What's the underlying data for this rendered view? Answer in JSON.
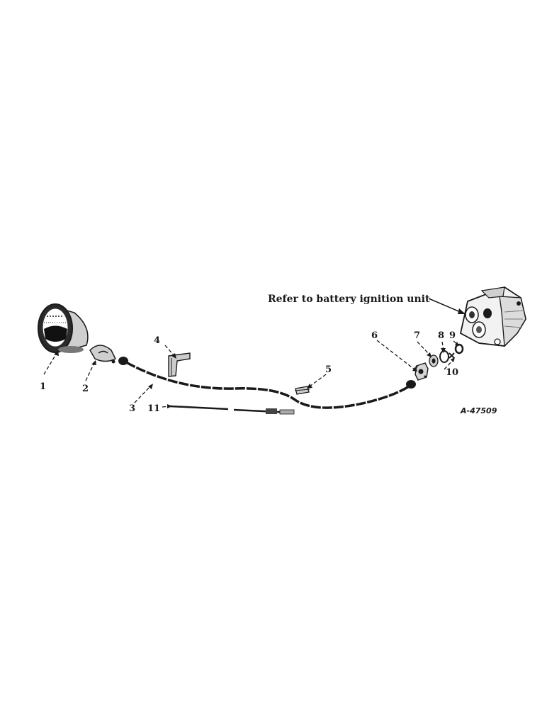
{
  "callouts": {
    "c1": "1",
    "c2": "2",
    "c3": "3",
    "c4": "4",
    "c5": "5",
    "c6": "6",
    "c7": "7",
    "c8": "8",
    "c9": "9",
    "c10": "10",
    "c11": "11"
  },
  "reference_note": "Refer to battery ignition unit",
  "figure_number": "A-47509"
}
